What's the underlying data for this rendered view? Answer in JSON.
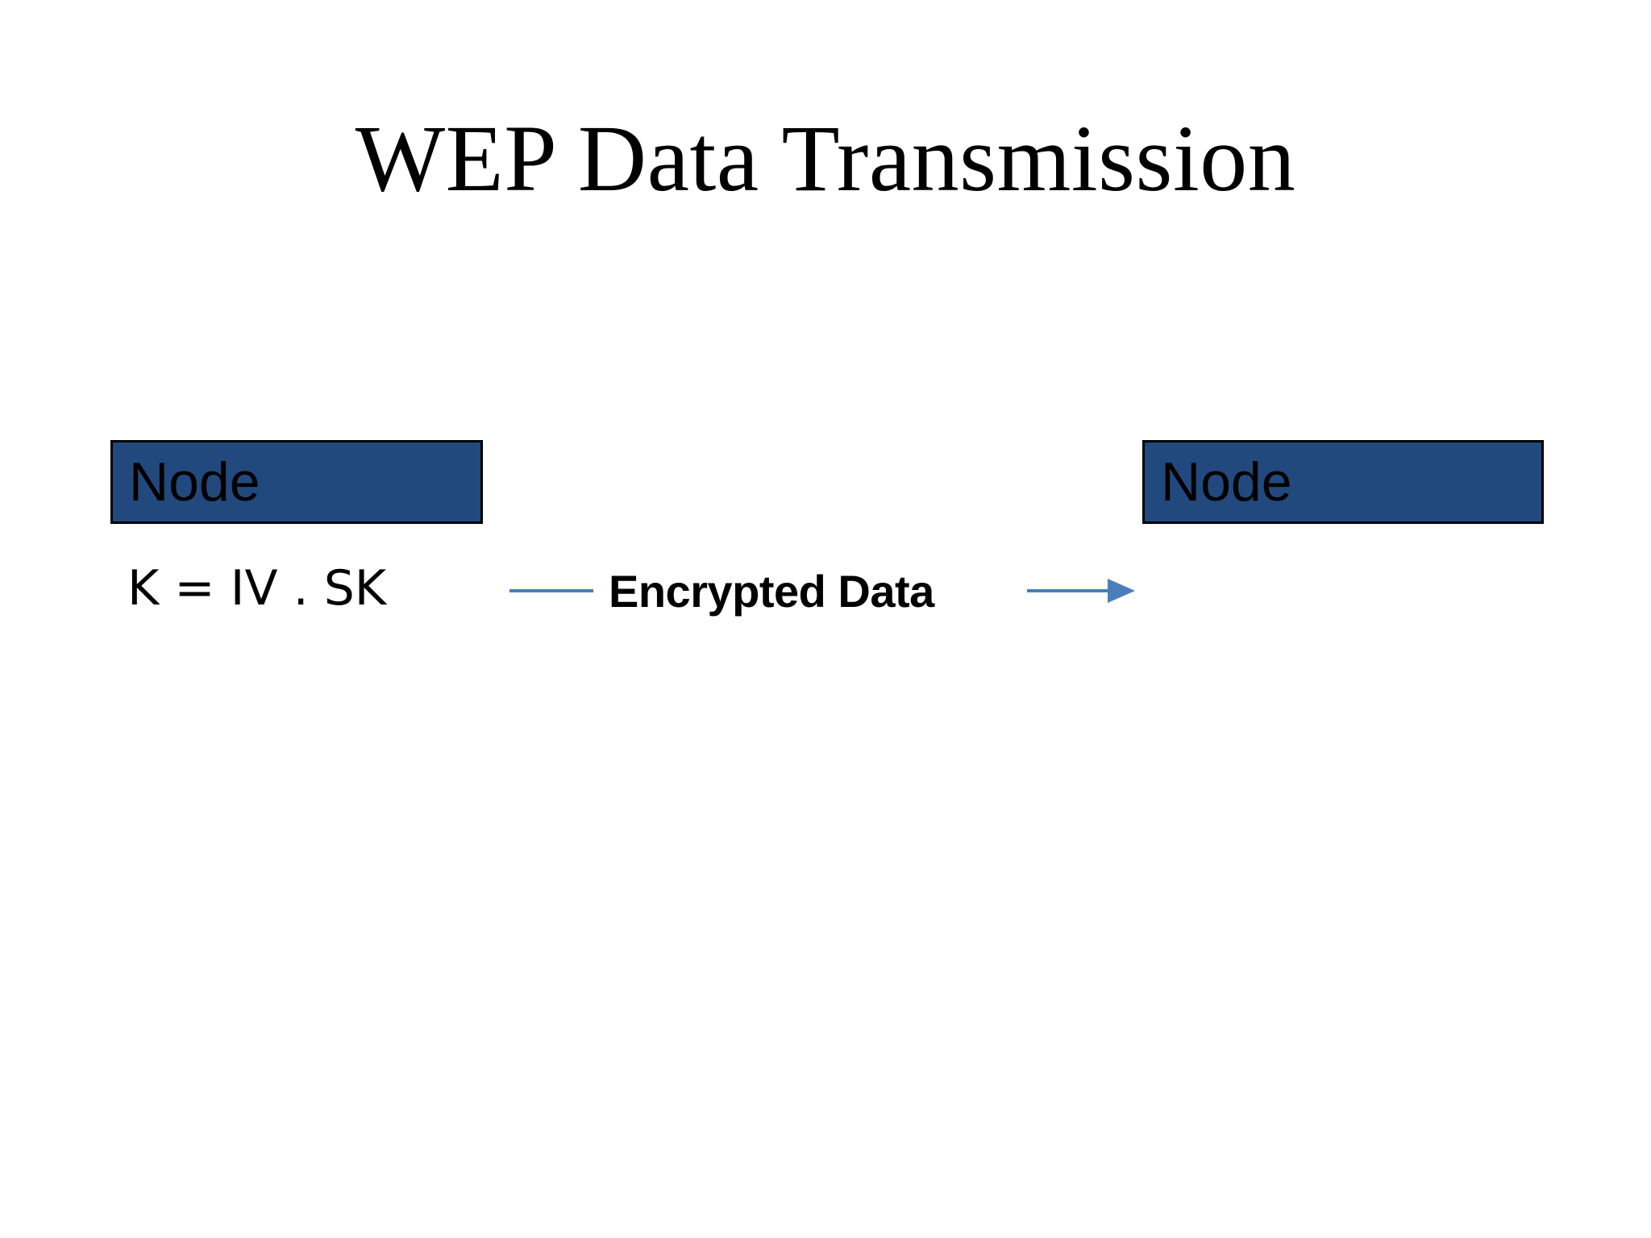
{
  "slide": {
    "title": "WEP Data Transmission",
    "background_color": "#FFFFFF"
  },
  "colors": {
    "node_fill": "#21497E",
    "node_border": "#000000",
    "arrow": "#4A7EBB",
    "text": "#000000"
  },
  "nodes": [
    {
      "id": "sender",
      "label": "Node"
    },
    {
      "id": "receiver",
      "label": "Node"
    }
  ],
  "annotations": {
    "key_expression": "K = IV . SK"
  },
  "connector": {
    "label": "Encrypted Data",
    "direction": "left-to-right",
    "arrowhead": "arrow-right-icon",
    "color": "#4A7EBB"
  }
}
